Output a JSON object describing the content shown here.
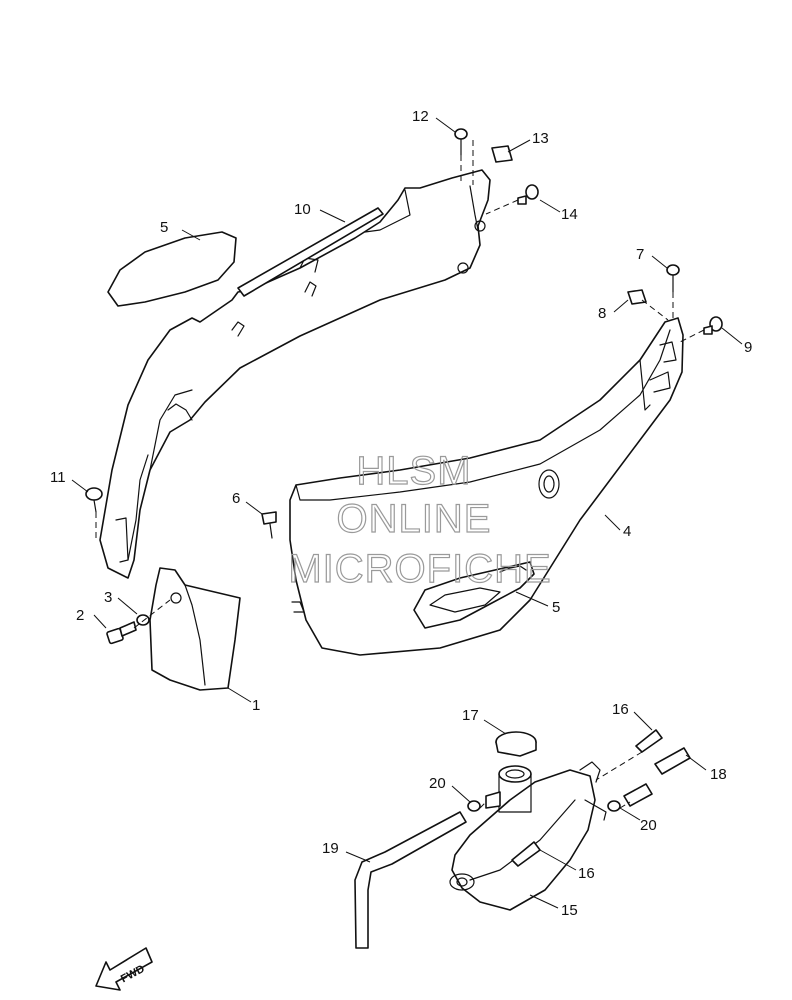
{
  "watermark": {
    "line1": "HLSM",
    "line2": "ONLINE",
    "line3": "MICROFICHE"
  },
  "fwd_label": "FWD",
  "callouts": {
    "c1": "1",
    "c2": "2",
    "c3": "3",
    "c4": "4",
    "c5a": "5",
    "c5b": "5",
    "c6": "6",
    "c7": "7",
    "c8": "8",
    "c9": "9",
    "c10": "10",
    "c11": "11",
    "c12": "12",
    "c13": "13",
    "c14": "14",
    "c15": "15",
    "c16a": "16",
    "c16b": "16",
    "c17": "17",
    "c18": "18",
    "c19": "19",
    "c20a": "20",
    "c20b": "20"
  }
}
